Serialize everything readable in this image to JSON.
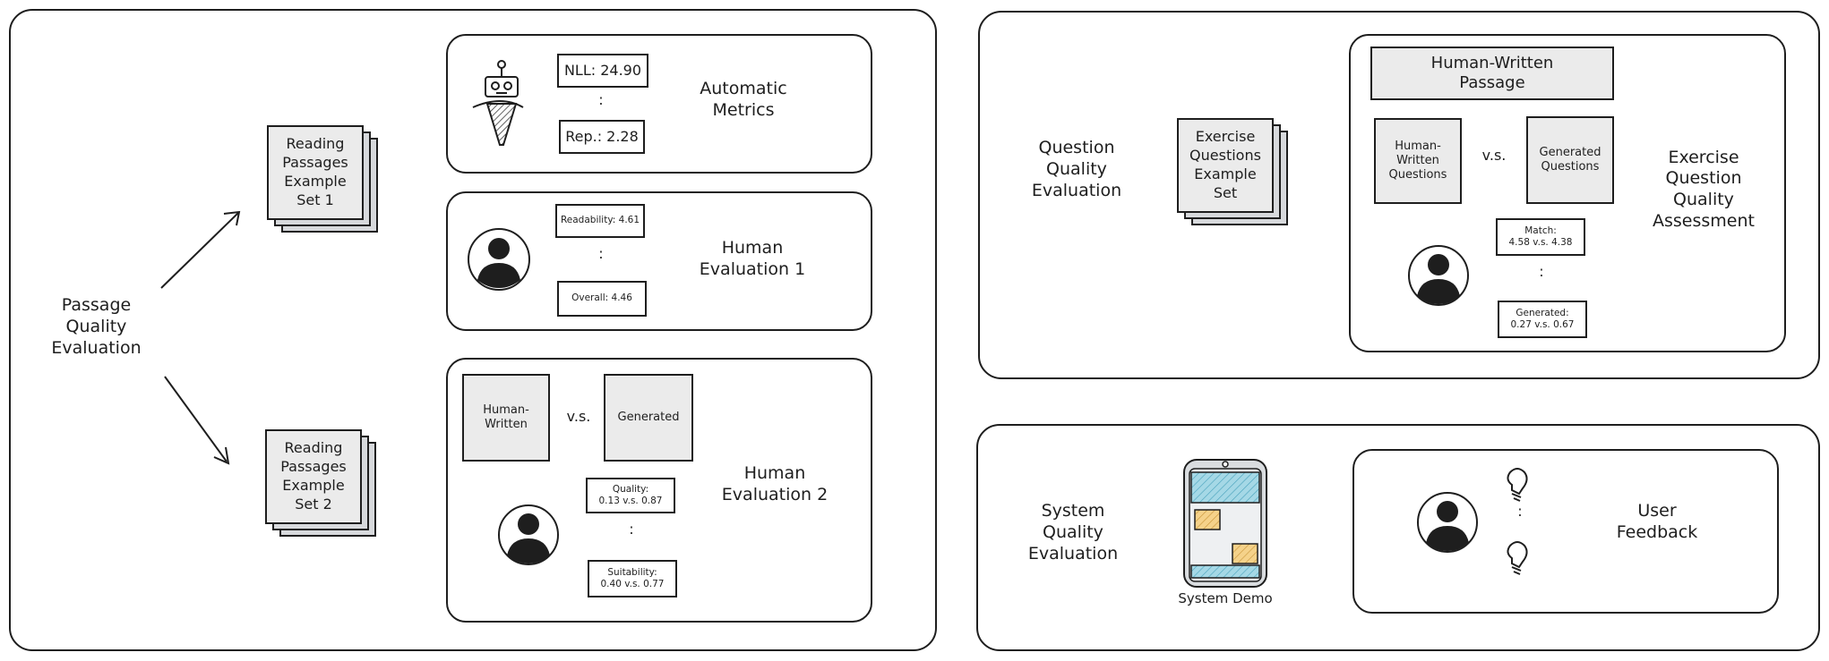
{
  "passage_panel": {
    "title": "Passage\nQuality\nEvaluation",
    "set1": "Reading\nPassages\nExample\nSet 1",
    "set2": "Reading\nPassages\nExample\nSet 2",
    "auto": {
      "nll": "NLL: 24.90",
      "rep": "Rep.: 2.28",
      "dots": ":",
      "label": "Automatic\nMetrics"
    },
    "human1": {
      "readability": "Readability: 4.61",
      "overall": "Overall: 4.46",
      "dots": ":",
      "label": "Human\nEvaluation 1"
    },
    "human2": {
      "human_written": "Human-\nWritten",
      "vs": "v.s.",
      "generated": "Generated",
      "quality": "Quality:\n0.13 v.s. 0.87",
      "suitability": "Suitability:\n0.40 v.s. 0.77",
      "dots": ":",
      "label": "Human\nEvaluation 2"
    }
  },
  "question_panel": {
    "title": "Question\nQuality\nEvaluation",
    "set": "Exercise\nQuestions\nExample\nSet",
    "passage": "Human-Written\nPassage",
    "human_questions": "Human-\nWritten\nQuestions",
    "vs": "v.s.",
    "generated_questions": "Generated\nQuestions",
    "match": "Match:\n4.58 v.s. 4.38",
    "generated_score": "Generated:\n0.27 v.s. 0.67",
    "dots": ":",
    "label": "Exercise\nQuestion\nQuality\nAssessment"
  },
  "system_panel": {
    "title": "System\nQuality\nEvaluation",
    "demo_caption": "System Demo",
    "dots": ":",
    "feedback": "User\nFeedback"
  },
  "colors": {
    "stroke": "#1e1e1e",
    "sheet": "#ebebeb",
    "sheet_back": "#d7d9dc",
    "screen_blue": "#a5d8e6",
    "card_yellow": "#f5d28a"
  }
}
